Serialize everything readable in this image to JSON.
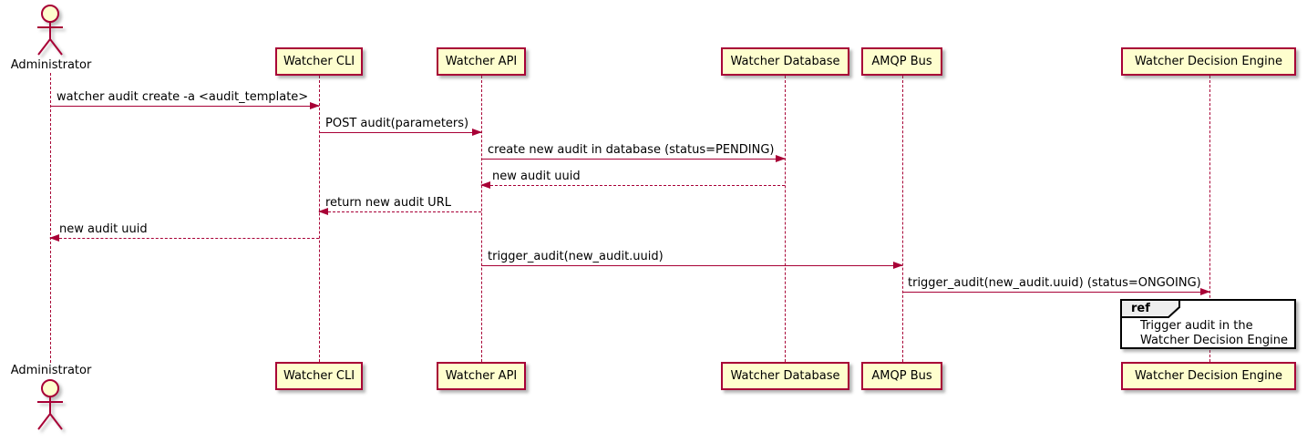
{
  "colors": {
    "participant_fill": "#FEFECE",
    "participant_border": "#A80036",
    "arrow": "#A80036",
    "lifeline": "#A80036",
    "ref_border": "#000000",
    "ref_tag_fill": "#EEEEEE"
  },
  "actor": {
    "name": "Administrator"
  },
  "participants": [
    {
      "label": "Watcher CLI"
    },
    {
      "label": "Watcher API"
    },
    {
      "label": "Watcher Database"
    },
    {
      "label": "AMQP Bus"
    },
    {
      "label": "Watcher Decision Engine"
    }
  ],
  "messages": [
    {
      "from": "Administrator",
      "to": "Watcher CLI",
      "label": "watcher audit create -a <audit_template>",
      "line": "solid",
      "direction": "right"
    },
    {
      "from": "Watcher CLI",
      "to": "Watcher API",
      "label": "POST audit(parameters)",
      "line": "solid",
      "direction": "right"
    },
    {
      "from": "Watcher API",
      "to": "Watcher Database",
      "label": "create new audit in database (status=PENDING)",
      "line": "solid",
      "direction": "right"
    },
    {
      "from": "Watcher Database",
      "to": "Watcher API",
      "label": "new audit uuid",
      "line": "dashed",
      "direction": "left"
    },
    {
      "from": "Watcher API",
      "to": "Watcher CLI",
      "label": "return new audit URL",
      "line": "dashed",
      "direction": "left"
    },
    {
      "from": "Watcher CLI",
      "to": "Administrator",
      "label": "new audit uuid",
      "line": "dashed",
      "direction": "left"
    },
    {
      "from": "Watcher API",
      "to": "AMQP Bus",
      "label": "trigger_audit(new_audit.uuid)",
      "line": "solid",
      "direction": "right"
    },
    {
      "from": "AMQP Bus",
      "to": "Watcher Decision Engine",
      "label": "trigger_audit(new_audit.uuid) (status=ONGOING)",
      "line": "solid",
      "direction": "right"
    }
  ],
  "ref": {
    "keyword": "ref",
    "lines": [
      "Trigger audit in the",
      "Watcher Decision Engine"
    ]
  }
}
